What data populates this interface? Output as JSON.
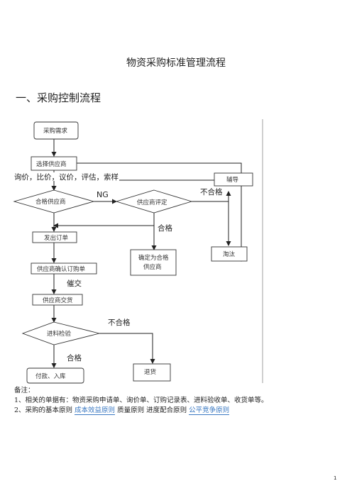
{
  "document": {
    "title": "物资采购标准管理流程",
    "section_heading": "一、采购控制流程",
    "page_number": "1"
  },
  "flowchart": {
    "nodes": {
      "purchase_request": "采购需求",
      "select_supplier": "选择供应商",
      "qualified_supplier": "合格供应商",
      "supplier_evaluation": "供应商评定",
      "coaching": "辅导",
      "issue_order": "发出订单",
      "confirm_qualified_line1": "确定为合格",
      "confirm_qualified_line2": "供应商",
      "eliminate": "淘汰",
      "supplier_confirm_order": "供应商确认订购单",
      "supplier_delivery": "供应商交货",
      "incoming_inspection": "进料检验",
      "payment_storage": "付款、入库",
      "return_goods": "退货"
    },
    "labels": {
      "inquiry": "询价，比价，议价，评估，索样",
      "ng": "NG",
      "unqualified_1": "不合格",
      "qualified_1": "合格",
      "expedite": "催交",
      "unqualified_2": "不合格",
      "qualified_2": "合格"
    }
  },
  "notes": {
    "heading": "备注：",
    "line1": "1、相关的单据有：物资采购申请单、询价单、订购记录表、进料验收单、收货单等。",
    "line2_prefix": "2、采购的基本原则",
    "principle_cost": "成本效益原则",
    "principle_quality_progress": "质量原则 进度配合原则",
    "principle_fair": "公平竞争原则"
  }
}
